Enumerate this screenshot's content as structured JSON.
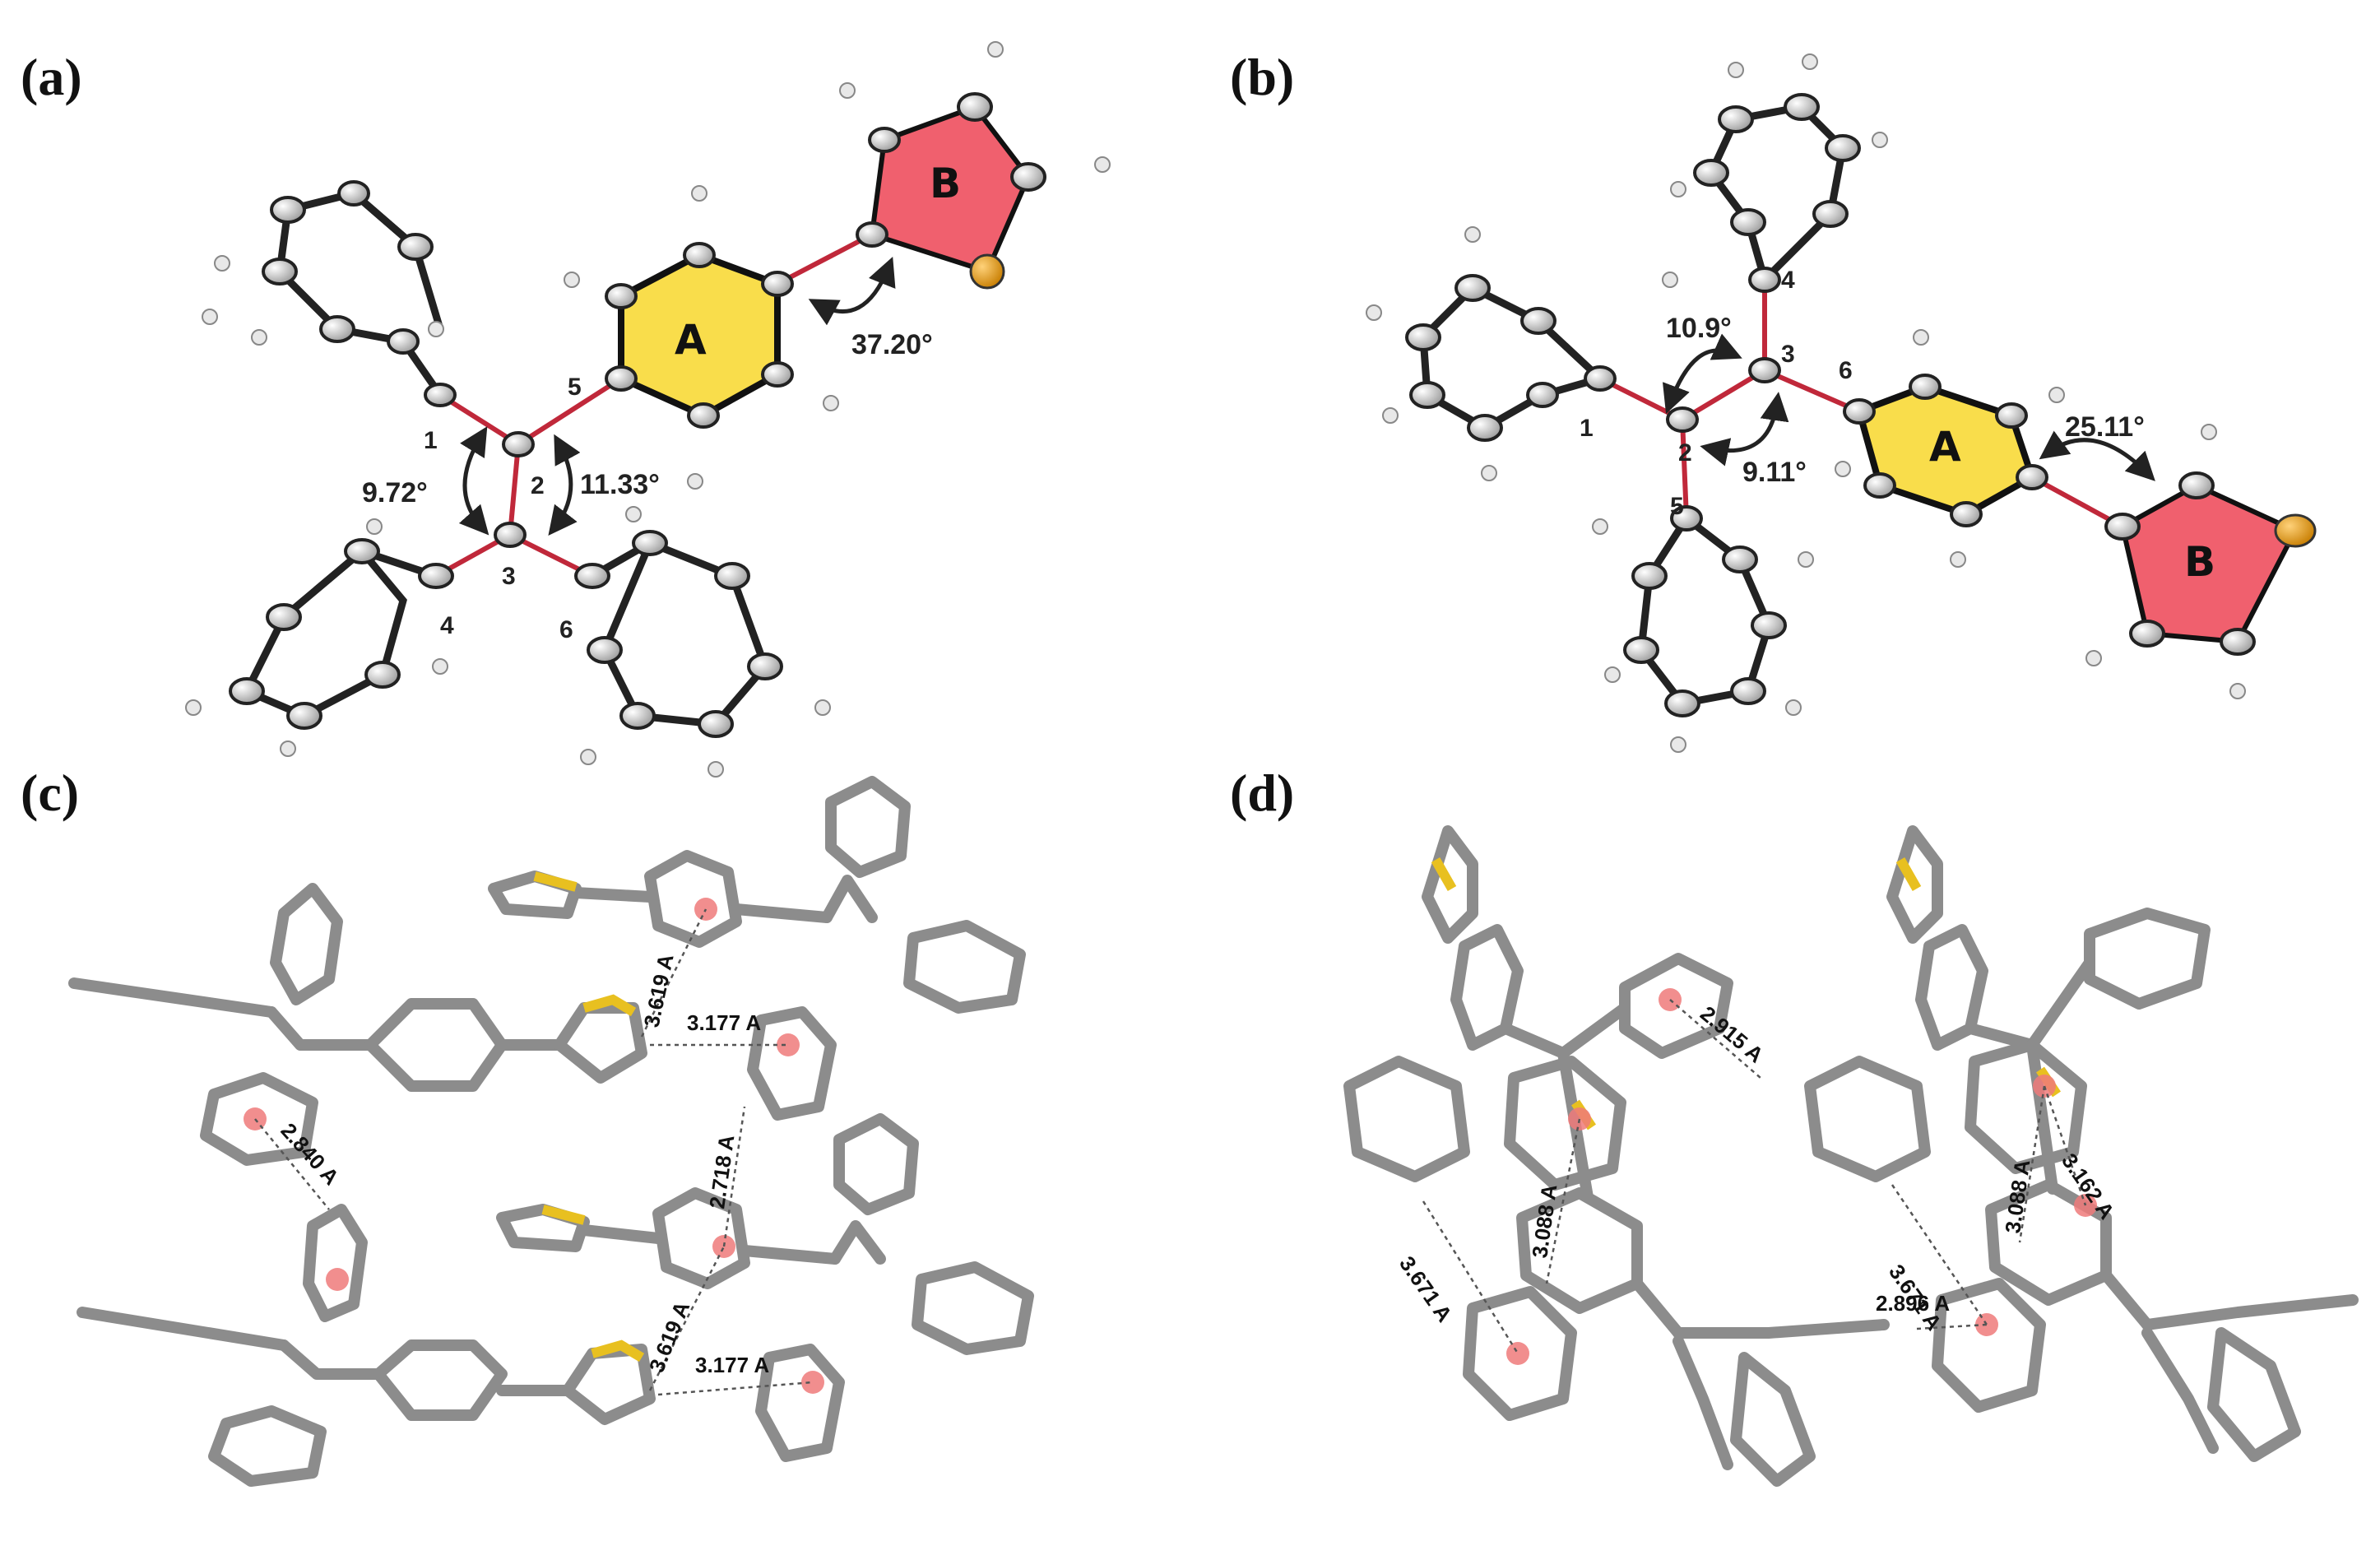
{
  "panels": [
    {
      "id": "a",
      "label": "(a)"
    },
    {
      "id": "b",
      "label": "(b)"
    },
    {
      "id": "c",
      "label": "(c)"
    },
    {
      "id": "d",
      "label": "(d)"
    }
  ],
  "ring_labels": {
    "ring_a": "A",
    "ring_b": "B"
  },
  "panel_a": {
    "atom_numbers": [
      "1",
      "2",
      "3",
      "4",
      "5",
      "6"
    ],
    "angles": [
      "37.20°",
      "9.72°",
      "11.33°"
    ]
  },
  "panel_b": {
    "atom_numbers": [
      "1",
      "2",
      "3",
      "4",
      "5",
      "6"
    ],
    "angles": [
      "10.9°",
      "9.11°",
      "25.11°"
    ]
  },
  "panel_c": {
    "distances": [
      "3.619 A",
      "3.177 A",
      "2.840 A",
      "2.718 A",
      "3.619 A",
      "3.177 A"
    ]
  },
  "panel_d": {
    "distances": [
      "2.915 A",
      "3.088 A",
      "3.671 A",
      "3.088 A",
      "3.162 A",
      "3.671 A",
      "2.896 A"
    ]
  },
  "colors": {
    "ring_a_fill": "#f9dd4b",
    "ring_b_fill": "#f0606e",
    "bond_red": "#c0283a",
    "atom_grey": "#bdbdbd",
    "sulfur": "#e8a51c",
    "centroid": "#ef7a7a",
    "stick_grey": "#8c8c8c"
  }
}
